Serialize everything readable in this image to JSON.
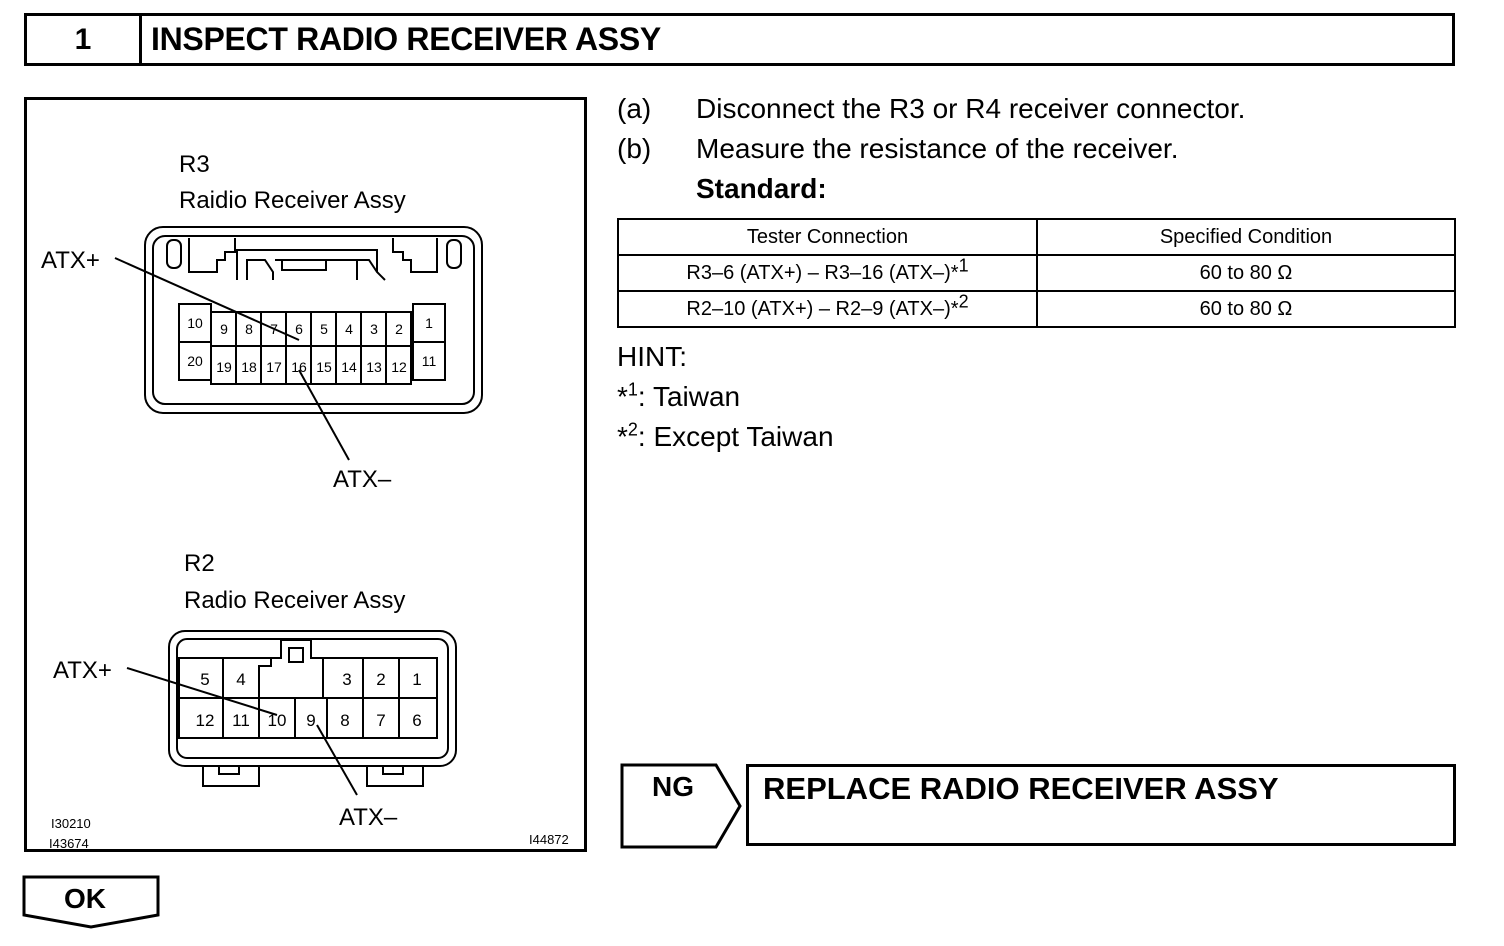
{
  "header": {
    "step_number": "1",
    "title": "INSPECT RADIO RECEIVER ASSY"
  },
  "diagram": {
    "r3": {
      "id": "R3",
      "name": "Raidio Receiver Assy",
      "pins_top": [
        "10",
        "9",
        "8",
        "7",
        "6",
        "5",
        "4",
        "3",
        "2",
        "1"
      ],
      "pins_bottom": [
        "20",
        "19",
        "18",
        "17",
        "16",
        "15",
        "14",
        "13",
        "12",
        "11"
      ],
      "label_plus": "ATX+",
      "label_minus": "ATX–"
    },
    "r2": {
      "id": "R2",
      "name": "Radio Receiver Assy",
      "pins_top": [
        "5",
        "4",
        "3",
        "2",
        "1"
      ],
      "pins_bottom": [
        "12",
        "11",
        "10",
        "9",
        "8",
        "7",
        "6"
      ],
      "label_plus": "ATX+",
      "label_minus": "ATX–"
    },
    "codes": {
      "code1": "I30210",
      "code2": "I43674",
      "code3": "I44872"
    }
  },
  "steps": [
    {
      "marker": "(a)",
      "text": "Disconnect the R3 or R4 receiver connector."
    },
    {
      "marker": "(b)",
      "text": "Measure the resistance of the receiver."
    }
  ],
  "standard_label": "Standard:",
  "table": {
    "headers": [
      "Tester Connection",
      "Specified Condition"
    ],
    "rows": [
      {
        "connection": "R3–6 (ATX+) – R3–16 (ATX–)*",
        "note": "1",
        "condition": "60 to 80 Ω"
      },
      {
        "connection": "R2–10 (ATX+) – R2–9 (ATX–)*",
        "note": "2",
        "condition": "60 to 80 Ω"
      }
    ]
  },
  "hint": {
    "title": "HINT:",
    "items": [
      {
        "mark": "*",
        "num": "1",
        "text": ": Taiwan"
      },
      {
        "mark": "*",
        "num": "2",
        "text": ": Except Taiwan"
      }
    ]
  },
  "ng": {
    "label": "NG",
    "action": "REPLACE RADIO RECEIVER ASSY"
  },
  "ok": {
    "label": "OK"
  }
}
